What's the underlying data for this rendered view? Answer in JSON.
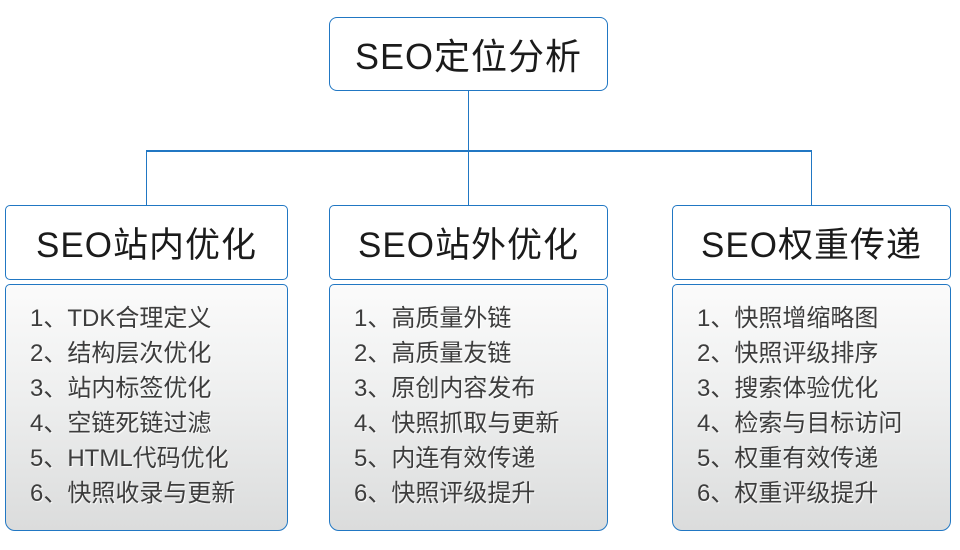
{
  "theme": {
    "accent": "#2177c3",
    "canvas-bg": "#ffffff",
    "panel-top": "#fbfbfb",
    "panel-bottom": "#dbdcdc",
    "heading-color": "#1b1b1b",
    "item-color": "#3d3d3d"
  },
  "root_node": {
    "label": "SEO定位分析"
  },
  "branches": [
    {
      "title": "SEO站内优化",
      "items": [
        "1、TDK合理定义",
        "2、结构层次优化",
        "3、站内标签优化",
        "4、空链死链过滤",
        "5、HTML代码优化",
        "6、快照收录与更新"
      ]
    },
    {
      "title": "SEO站外优化",
      "items": [
        "1、高质量外链",
        "2、高质量友链",
        "3、原创内容发布",
        "4、快照抓取与更新",
        "5、内连有效传递",
        "6、快照评级提升"
      ]
    },
    {
      "title": "SEO权重传递",
      "items": [
        "1、快照增缩略图",
        "2、快照评级排序",
        "3、搜索体验优化",
        "4、检索与目标访问",
        "5、权重有效传递",
        "6、权重评级提升"
      ]
    }
  ]
}
